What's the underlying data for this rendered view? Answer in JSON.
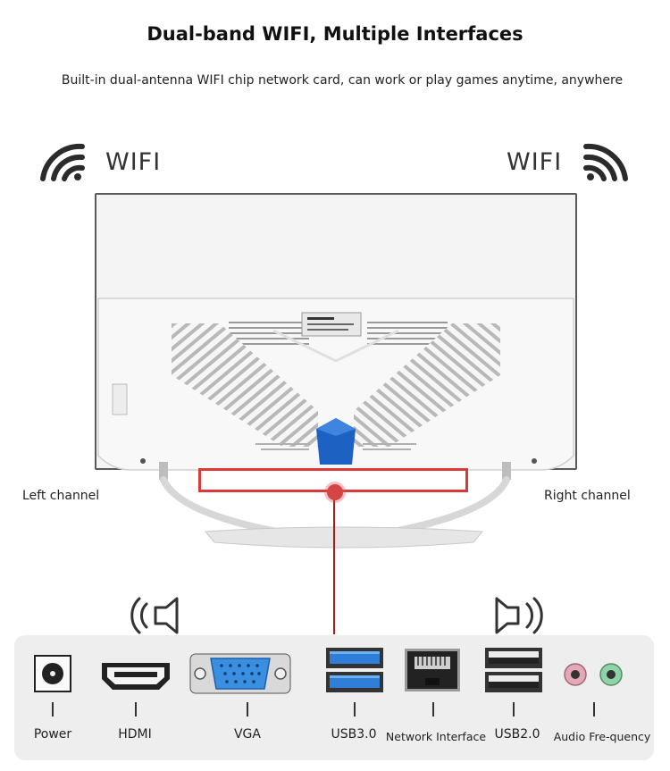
{
  "header": {
    "title": "Dual-band WIFI, Multiple Interfaces",
    "subtitle": "Built-in dual-antenna WIFI chip network card, can work or play games anytime, anywhere"
  },
  "wifi": {
    "left_label": "WIFI",
    "right_label": "WIFI"
  },
  "channels": {
    "left": "Left channel",
    "right": "Right channel"
  },
  "ports": [
    {
      "label": "Power",
      "icon": "power-port-icon"
    },
    {
      "label": "HDMI",
      "icon": "hdmi-port-icon"
    },
    {
      "label": "VGA",
      "icon": "vga-port-icon"
    },
    {
      "label": "USB3.0",
      "icon": "usb3-port-icon"
    },
    {
      "label": "Network Interface",
      "icon": "ethernet-port-icon"
    },
    {
      "label": "USB2.0",
      "icon": "usb2-port-icon"
    },
    {
      "label": "Audio Fre-quency",
      "icon": "audio-jack-icon"
    }
  ],
  "colors": {
    "highlight": "#d93a3a",
    "usb3_blue": "#2f7fd8",
    "vga_blue": "#3a8fe0",
    "logo_blue": "#1d62c2",
    "audio_pink": "#e6a8b6",
    "audio_green": "#8fd4a8"
  }
}
